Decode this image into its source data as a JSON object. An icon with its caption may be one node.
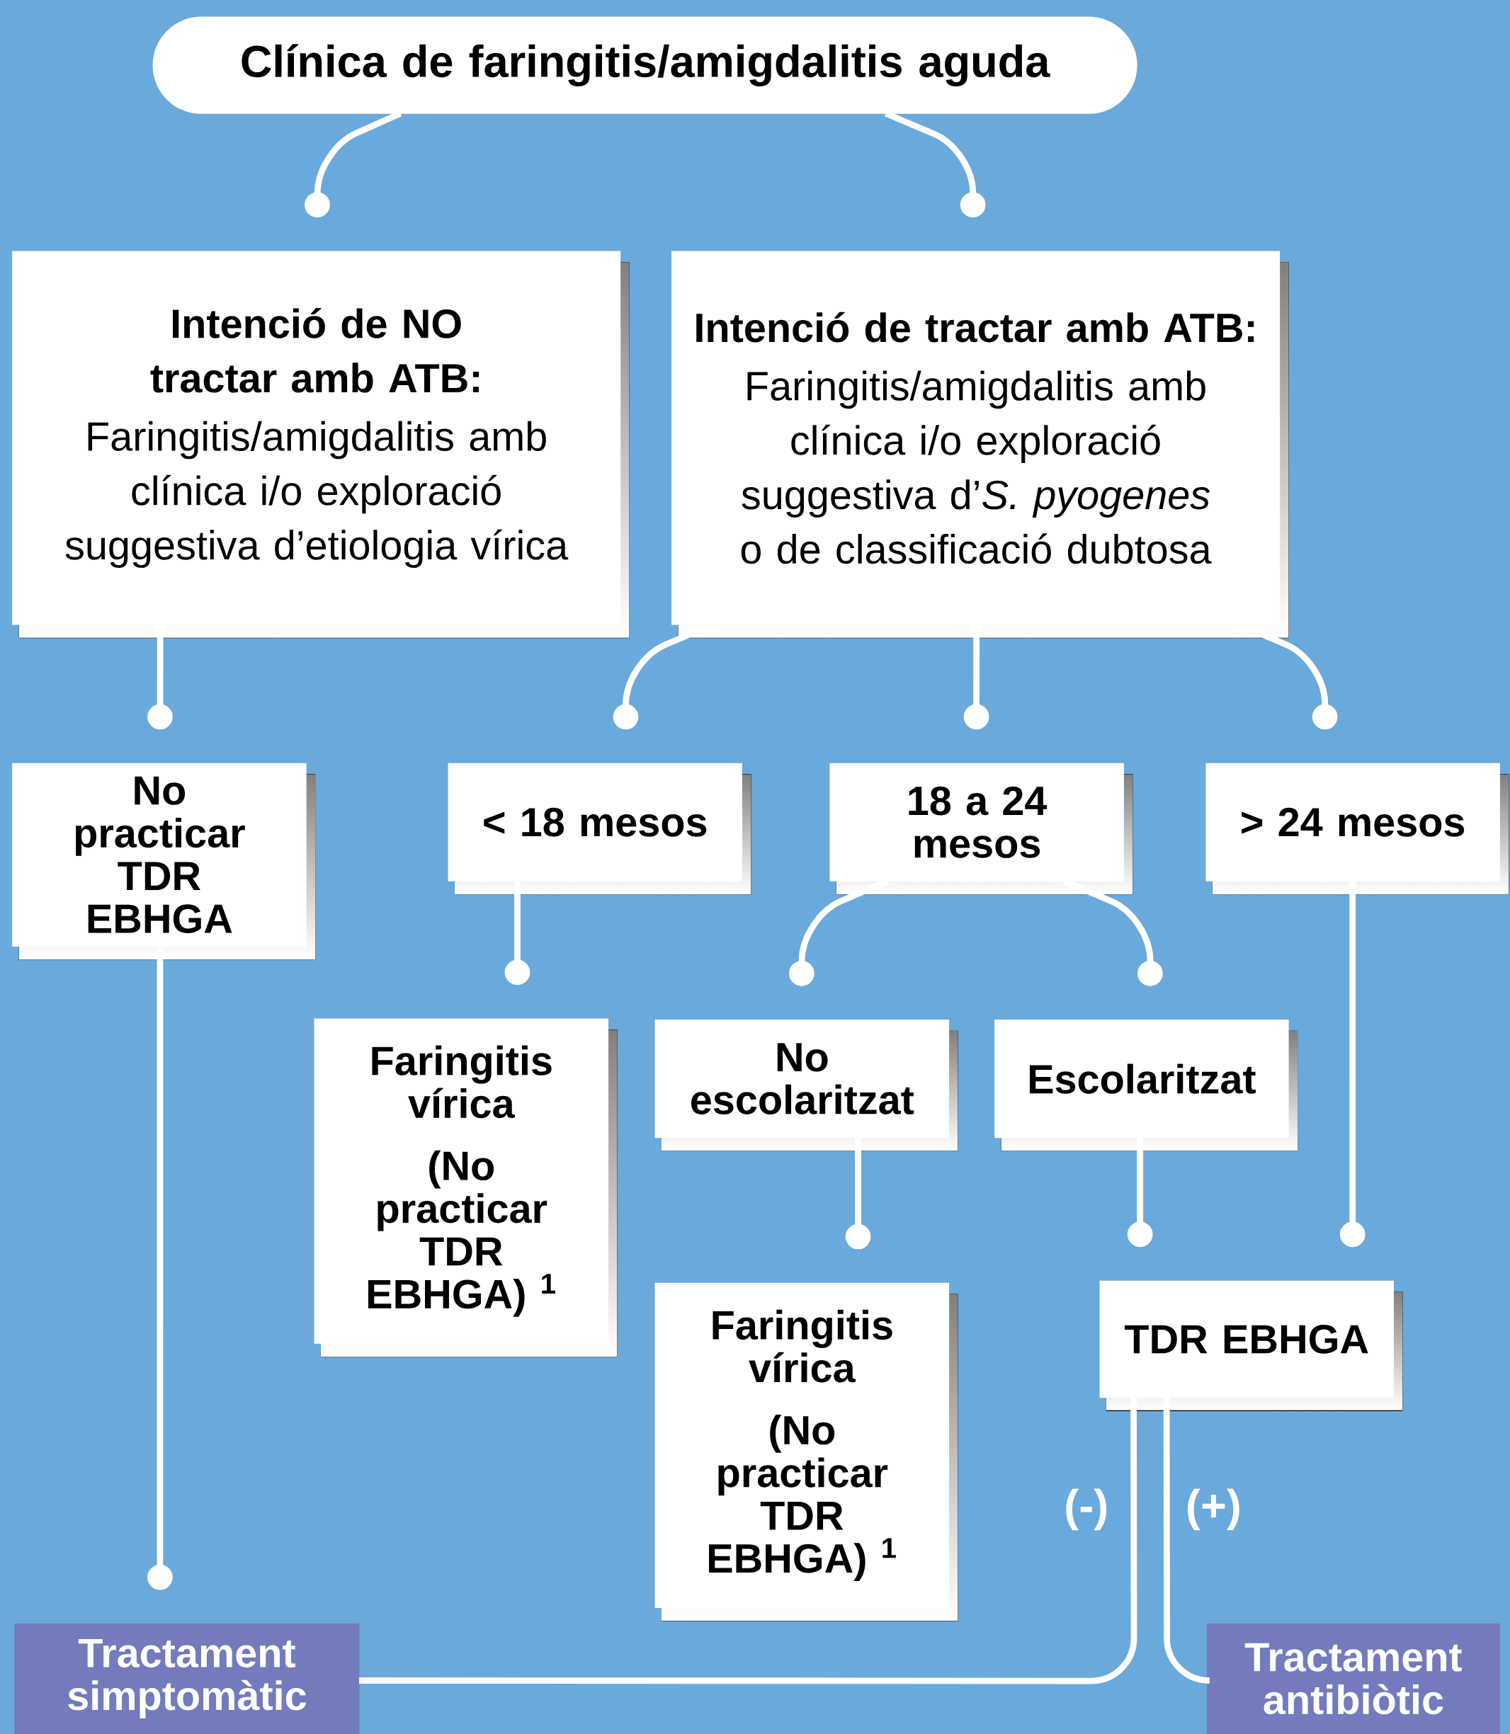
{
  "diagram": {
    "nodes": [
      {
        "text": [
          "Clínica de faringitis/amigdalitis aguda"
        ]
      },
      {
        "text": [
          "Intenció de NO tractar amb ATB:",
          "Faringitis/amigdalitis amb clínica i/o exploració suggestiva d’etiologia vírica"
        ]
      },
      {
        "text": [
          "Intenció de tractar amb ATB:",
          "Faringitis/amigdalitis amb clínica i/o exploració suggestiva d’*S. pyogenes* o de classificació dubtosa"
        ]
      },
      {
        "text": [
          "No practicar TDR EBHGA"
        ]
      },
      {
        "text": [
          "< 18 mesos"
        ]
      },
      {
        "text": [
          "18 a 24 mesos"
        ]
      },
      {
        "text": [
          "> 24 mesos"
        ]
      },
      {
        "text": [
          "Faringitis vírica",
          "(No practicar TDR EBHGA) $^{1}$"
        ]
      },
      {
        "text": [
          "No escolaritzat"
        ]
      },
      {
        "text": [
          "Escolaritzat"
        ]
      },
      {
        "text": [
          "Faringitis vírica",
          "(No practicar TDR EBHGA) $^{1}$"
        ]
      },
      {
        "text": [
          "TDR EBHGA"
        ]
      },
      {
        "text": [
          "Tractament simptomàtic"
        ]
      },
      {
        "text": [
          "Tractament antibiòtic"
        ]
      }
    ],
    "edges": [
      {
        "from": 0,
        "to": 1,
        "arrow": "other"
      },
      {
        "from": 0,
        "to": 2,
        "arrow": "other"
      },
      {
        "from": 1,
        "to": 3,
        "arrow": "other"
      },
      {
        "from": 2,
        "to": 4,
        "arrow": "other"
      },
      {
        "from": 2,
        "to": 5,
        "arrow": "other"
      },
      {
        "from": 2,
        "to": 6,
        "arrow": "other"
      },
      {
        "from": 4,
        "to": 7,
        "arrow": "other"
      },
      {
        "from": 5,
        "to": 8,
        "arrow": "other"
      },
      {
        "from": 5,
        "to": 9,
        "arrow": "other"
      },
      {
        "from": 8,
        "to": 10,
        "arrow": "other"
      },
      {
        "from": 9,
        "to": 11,
        "arrow": "other"
      },
      {
        "from": 6,
        "to": 11,
        "arrow": "other"
      },
      {
        "from": 3,
        "to": 12,
        "arrow": "other"
      },
      {
        "from": 11,
        "to": 12,
        "arrow": "none",
        "label": "(-)"
      },
      {
        "from": 11,
        "to": 13,
        "arrow": "none",
        "label": "(+)"
      }
    ]
  }
}
